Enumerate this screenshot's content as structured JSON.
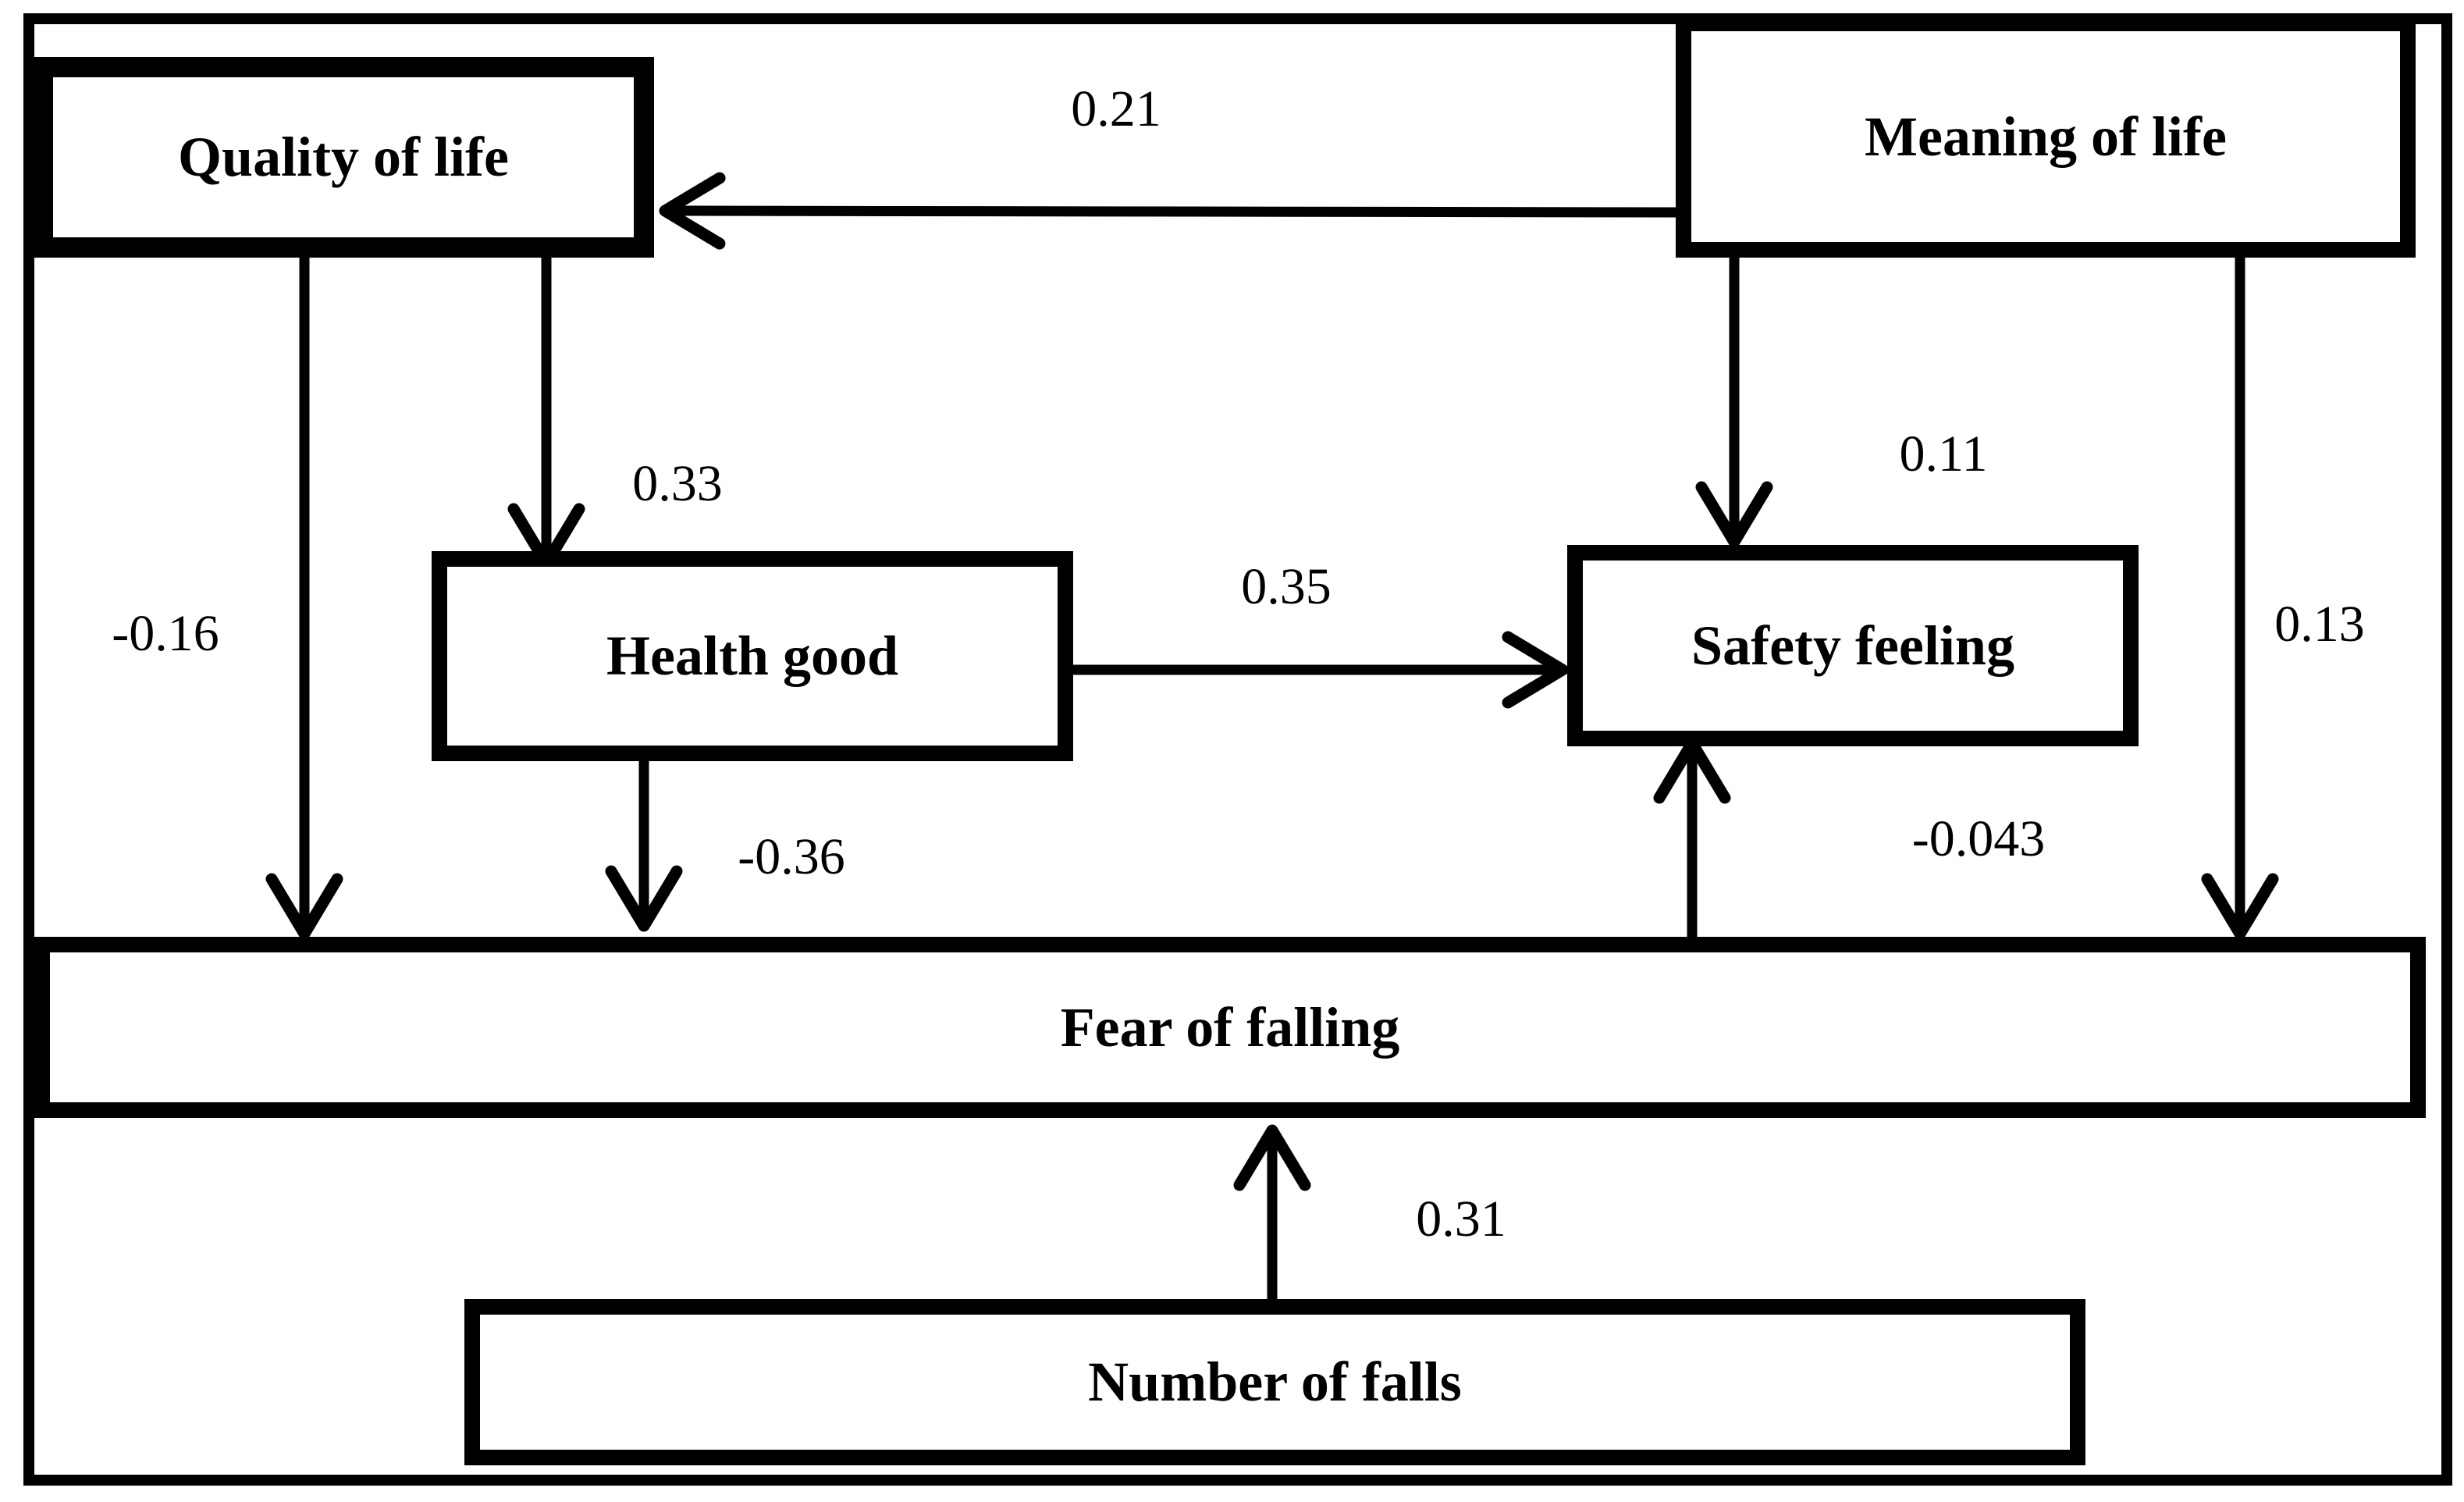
{
  "diagram": {
    "background_color": "#ffffff",
    "line_color": "#000000",
    "nodes": {
      "quality_of_life": {
        "label": "Quality of life"
      },
      "meaning_of_life": {
        "label": "Meaning of life"
      },
      "health_good": {
        "label": "Health good"
      },
      "safety_feeling": {
        "label": "Safety feeling"
      },
      "fear_of_falling": {
        "label": "Fear of falling"
      },
      "number_of_falls": {
        "label": "Number of falls"
      }
    },
    "edges": {
      "meaning_to_quality": {
        "from": "Meaning of life",
        "to": "Quality of life",
        "coefficient": "0.21"
      },
      "quality_to_health": {
        "from": "Quality of life",
        "to": "Health good",
        "coefficient": "0.33"
      },
      "quality_to_fear": {
        "from": "Quality of life",
        "to": "Fear of falling",
        "coefficient": "-0.16"
      },
      "health_to_safety": {
        "from": "Health good",
        "to": "Safety feeling",
        "coefficient": "0.35"
      },
      "health_to_fear": {
        "from": "Health good",
        "to": "Fear of falling",
        "coefficient": "-0.36"
      },
      "meaning_to_safety": {
        "from": "Meaning of life",
        "to": "Safety feeling",
        "coefficient": "0.11"
      },
      "meaning_to_fear": {
        "from": "Meaning of life",
        "to": "Fear of falling",
        "coefficient": "0.13"
      },
      "fear_to_safety": {
        "from": "Fear of falling",
        "to": "Safety feeling",
        "coefficient": "-0.043"
      },
      "number_to_fear": {
        "from": "Number of falls",
        "to": "Fear of falling",
        "coefficient": "0.31"
      }
    }
  }
}
